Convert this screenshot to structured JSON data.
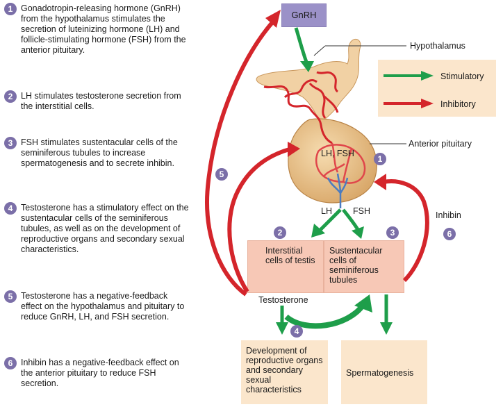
{
  "steps": [
    {
      "num": "1",
      "text": "Gonadotropin-releasing hormone (GnRH) from the hypothalamus stimulates the secretion of luteinizing hormone (LH) and follicle-stimulating hormone (FSH) from the anterior pituitary."
    },
    {
      "num": "2",
      "text": "LH stimulates testosterone secretion from the interstitial cells."
    },
    {
      "num": "3",
      "text": "FSH stimulates sustentacular cells of the seminiferous tubules to increase spermatogenesis and to secrete inhibin."
    },
    {
      "num": "4",
      "text": "Testosterone has a stimulatory effect on the sustentacular cells of the seminiferous tubules, as well as on the development of reproductive organs and secondary sexual characteristics."
    },
    {
      "num": "5",
      "text": "Testosterone has a negative-feedback effect on the hypothalamus and pituitary to reduce GnRH, LH, and FSH secretion."
    },
    {
      "num": "6",
      "text": "Inhibin has a negative-feedback effect on the anterior pituitary to reduce FSH secretion."
    }
  ],
  "diagram": {
    "gnrh": "GnRH",
    "hypothalamus": "Hypothalamus",
    "anterior_pituitary": "Anterior pituitary",
    "lh_fsh": "LH, FSH",
    "lh": "LH",
    "fsh": "FSH",
    "inhibin": "Inhibin",
    "testosterone": "Testosterone",
    "interstitial_cells": "Interstitial cells of testis",
    "sustentacular_cells": "Sustentacular cells of seminiferous tubules",
    "development": "Development of reproductive organs and secondary sexual characteristics",
    "spermatogenesis": "Spermatogenesis",
    "badges": [
      "1",
      "2",
      "3",
      "4",
      "5",
      "6"
    ]
  },
  "legend": {
    "stimulatory": "Stimulatory",
    "inhibitory": "Inhibitory"
  },
  "colors": {
    "stimulatory": "#1e9e4a",
    "inhibitory": "#d4252b",
    "badge": "#7b6fa8"
  }
}
